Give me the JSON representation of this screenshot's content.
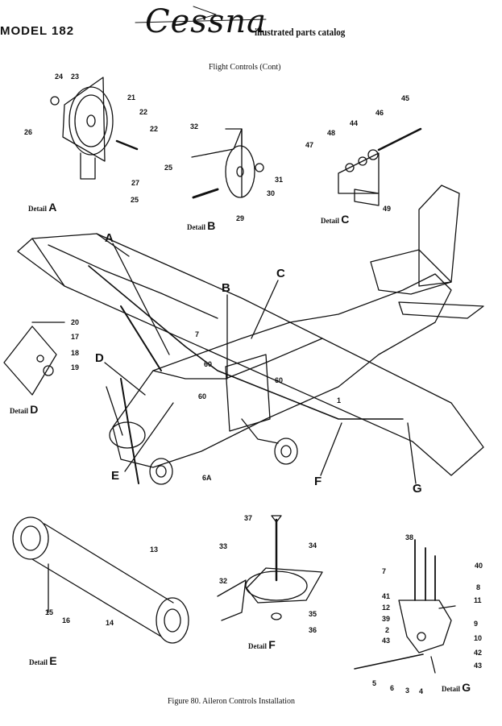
{
  "header": {
    "model": "MODEL 182",
    "brand": "Cessna",
    "catalog": "illustrated parts catalog",
    "subtitle": "Flight Controls (Cont)"
  },
  "caption": "Figure 80.  Aileron Controls Installation",
  "details": {
    "a": {
      "label": "Detail",
      "letter": "A"
    },
    "b": {
      "label": "Detail",
      "letter": "B"
    },
    "c": {
      "label": "Detail",
      "letter": "C"
    },
    "d": {
      "label": "Detail",
      "letter": "D"
    },
    "e": {
      "label": "Detail",
      "letter": "E"
    },
    "f": {
      "label": "Detail",
      "letter": "F"
    },
    "g": {
      "label": "Detail",
      "letter": "G"
    }
  },
  "callouts": {
    "aircraft": [
      "A",
      "B",
      "C",
      "D",
      "E",
      "F",
      "G"
    ],
    "aircraft_numbers": [
      "7",
      "60",
      "60",
      "60",
      "6A",
      "1"
    ],
    "detail_a": [
      "24",
      "23",
      "21",
      "26",
      "22",
      "22",
      "27",
      "25"
    ],
    "detail_b": [
      "32",
      "25",
      "31",
      "30",
      "29"
    ],
    "detail_c": [
      "45",
      "46",
      "44",
      "48",
      "47",
      "49"
    ],
    "detail_d": [
      "20",
      "17",
      "18",
      "19"
    ],
    "detail_e": [
      "13",
      "15",
      "16",
      "14"
    ],
    "detail_f": [
      "37",
      "34",
      "33",
      "32",
      "35",
      "36"
    ],
    "detail_g": [
      "38",
      "40",
      "7",
      "8",
      "41",
      "11",
      "12",
      "39",
      "9",
      "10",
      "2",
      "43",
      "42",
      "43",
      "5",
      "6",
      "3",
      "4"
    ]
  }
}
